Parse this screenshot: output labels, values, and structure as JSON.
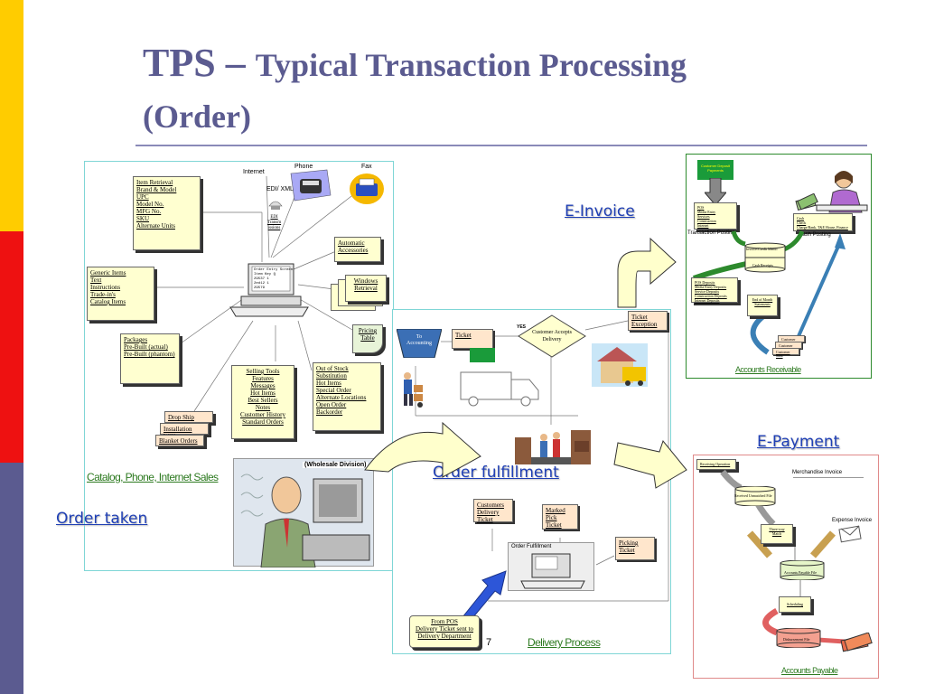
{
  "slide": {
    "title_main": "TPS –",
    "title_sub": "Typical Transaction Processing",
    "title_line2": "(Order)",
    "page_number": "7"
  },
  "colors": {
    "title": "#5b5b90",
    "band_yellow": "#ffcc00",
    "band_red": "#ee1111",
    "band_purple": "#5b5b90",
    "link_blue": "#1f3fb5",
    "label_green": "#2d7a20",
    "panel_border": "#7fd6d6"
  },
  "labels": {
    "e_invoice": "E-Invoice",
    "e_payment": "E-Payment",
    "order_fulfillment": "Order fulfillment",
    "order_taken": "Order taken",
    "catalog": "Catalog, Phone, Internet Sales",
    "wholesale": "(Wholesale Division)",
    "delivery_process": "Delivery Process",
    "accounts_receivable": "Accounts Receivable",
    "accounts_payable": "Accounts Payable"
  },
  "order_panel": {
    "internet": "Internet",
    "phone": "Phone",
    "fax": "Fax",
    "edi_xml": "EDI/ XML",
    "edi_lines": [
      "EDI",
      "Transm",
      "issions"
    ],
    "item_retrieval": [
      "Item Retrieval",
      "Brand & Model",
      "UPC",
      "Model No.",
      "MFG No.",
      "SKU",
      "Alternate Units"
    ],
    "generic_items": [
      "Generic Items",
      "Text",
      "Instructions",
      "Trade-in's",
      "Catalog Items"
    ],
    "packages": [
      "Packages",
      "Pre-Built (actual)",
      "Pre-Built (phantom)"
    ],
    "automatic": [
      "Automatic",
      "Accessories"
    ],
    "windows": [
      "Windows",
      "Retrieval"
    ],
    "pricing": [
      "Pricing",
      "Table"
    ],
    "selling_tools": [
      "Selling Tools",
      "Features",
      "Messages",
      "Hot Items",
      "Best Sellers",
      "Notes",
      "Customer History",
      "Standard Orders"
    ],
    "out_of_stock": [
      "Out of Stock",
      "Substitution",
      "Hot Items",
      "Special Order",
      "Alternate Locations",
      "Open Order",
      "Backorder"
    ],
    "drop_ship": "Drop Ship",
    "installation": "Installation WO's",
    "blanket": "Blanket Orders",
    "screen_lines": [
      "Order Entry Screen",
      "Item Key     Q",
      "29537          1",
      "2ed12           1",
      "29579"
    ]
  },
  "fulfill_panel": {
    "to_accounting": [
      "To",
      "Accounting"
    ],
    "ticket": "Ticket",
    "yes": "YES",
    "customer_accepts": [
      "Customer Accepts",
      "Delivery"
    ],
    "ticket_exception": [
      "Ticket",
      "Exception"
    ],
    "customers_ticket": [
      "Customers",
      "Delivery Ticket"
    ],
    "marked_pick": [
      "Marked Pick",
      "Ticket"
    ],
    "picking_ticket": "Picking Ticket",
    "order_fulfillment_screen": "Order Fulfillment",
    "from_pos": [
      "From POS",
      "Delivery Ticket sent to",
      "Delivery Department"
    ]
  },
  "ar_panel": {
    "customer_deposit": [
      "Customer Deposit",
      "Payments"
    ],
    "pos_list": [
      "POS",
      "Media Entry",
      "Services",
      "Construction",
      "Internet"
    ],
    "transaction_posting": "Transaction Posting",
    "cash_posting": "Cash Posting",
    "payment_types": [
      "Cash",
      "Check",
      "Charge/Bank, T&E House, Finance"
    ],
    "invoice_credit_memo": "Invoice/Credit Memo",
    "cash_receipts": "Cash Receipts",
    "deposits": [
      "POS Deposits",
      "Media Entry Deposits",
      "Service Deposits",
      "Construction Deposits",
      "Internet Deposits"
    ],
    "end_of_month": [
      "End of Month",
      "Statements"
    ],
    "statements": [
      "Customer Stmt",
      "Customer Stmt",
      "Customer Stmt"
    ]
  },
  "ap_panel": {
    "receiving_operation": "Receiving Operation",
    "received_unmatched": "Received Unmatched File",
    "merchandise_invoice": "Merchandise Invoice",
    "three_way_match": [
      "Three-way",
      "Match"
    ],
    "expense_invoice": "Expense Invoice",
    "accounts_payable_file": "Accounts Payable File",
    "scheduling": "Scheduling",
    "disbursement_file": "Disbursement File"
  }
}
